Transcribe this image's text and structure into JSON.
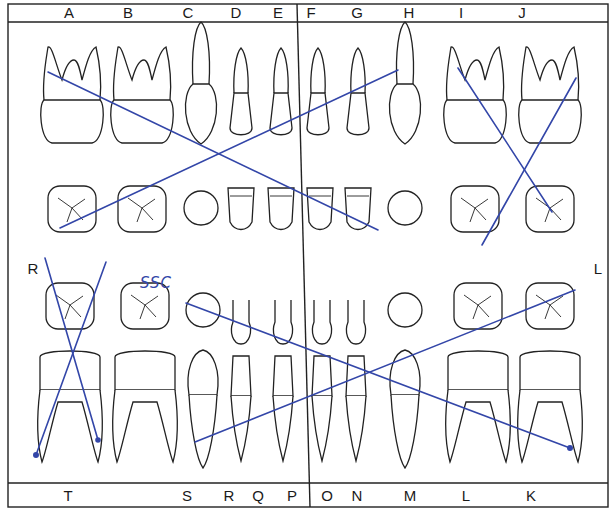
{
  "diagram": {
    "labels": [
      "A",
      "B",
      "C",
      "D",
      "E",
      "F",
      "G",
      "H",
      "I",
      "J",
      "R",
      "L",
      "SSC",
      "T",
      "S",
      "R",
      "Q",
      "P",
      "O",
      "N",
      "M",
      "L",
      "K"
    ]
  }
}
